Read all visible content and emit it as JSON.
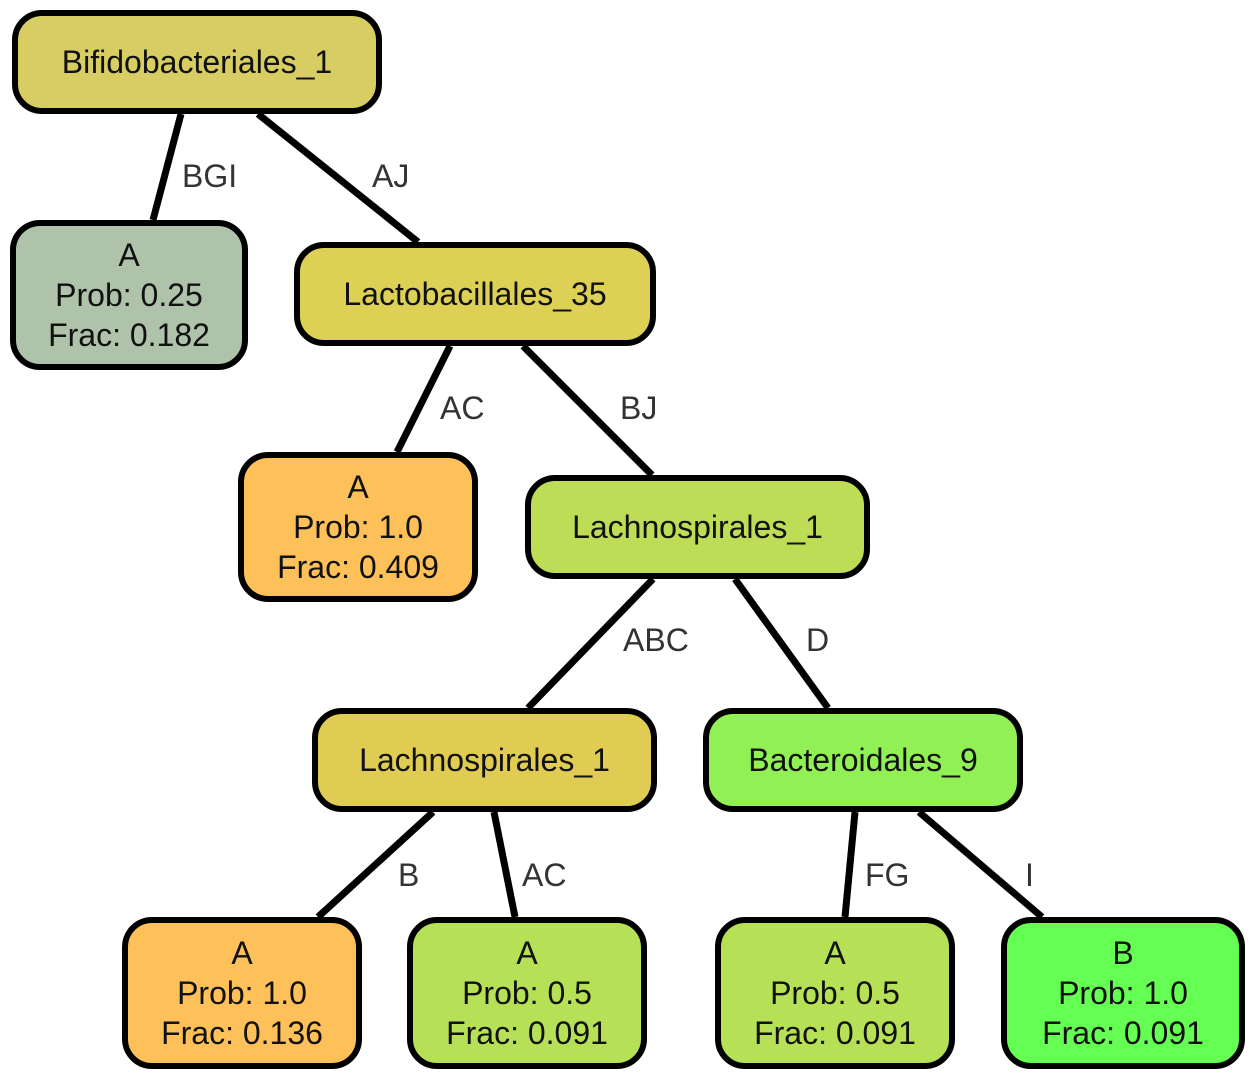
{
  "nodes": [
    {
      "id": "root",
      "lines": [
        "Bifidobacteriales_1"
      ],
      "color": "#d7cd63"
    },
    {
      "id": "leafA1",
      "lines": [
        "A",
        "Prob: 0.25",
        "Frac: 0.182"
      ],
      "color": "#afc3aa"
    },
    {
      "id": "lacto",
      "lines": [
        "Lactobacillales_35"
      ],
      "color": "#ddd155"
    },
    {
      "id": "leafA2",
      "lines": [
        "A",
        "Prob: 1.0",
        "Frac: 0.409"
      ],
      "color": "#fec159"
    },
    {
      "id": "lachno1",
      "lines": [
        "Lachnospirales_1"
      ],
      "color": "#bedd56"
    },
    {
      "id": "lachno2",
      "lines": [
        "Lachnospirales_1"
      ],
      "color": "#e0cc52"
    },
    {
      "id": "bactero",
      "lines": [
        "Bacteroidales_9"
      ],
      "color": "#91f054"
    },
    {
      "id": "leafA3",
      "lines": [
        "A",
        "Prob: 1.0",
        "Frac: 0.136"
      ],
      "color": "#fec159"
    },
    {
      "id": "leafA4",
      "lines": [
        "A",
        "Prob: 0.5",
        "Frac: 0.091"
      ],
      "color": "#b6e156"
    },
    {
      "id": "leafA5",
      "lines": [
        "A",
        "Prob: 0.5",
        "Frac: 0.091"
      ],
      "color": "#b6e156"
    },
    {
      "id": "leafB",
      "lines": [
        "B",
        "Prob: 1.0",
        "Frac: 0.091"
      ],
      "color": "#65ff54"
    }
  ],
  "edges": [
    {
      "from": "root",
      "to": "leafA1",
      "label": "BGI"
    },
    {
      "from": "root",
      "to": "lacto",
      "label": "AJ"
    },
    {
      "from": "lacto",
      "to": "leafA2",
      "label": "AC"
    },
    {
      "from": "lacto",
      "to": "lachno1",
      "label": "BJ"
    },
    {
      "from": "lachno1",
      "to": "lachno2",
      "label": "ABC"
    },
    {
      "from": "lachno1",
      "to": "bactero",
      "label": "D"
    },
    {
      "from": "lachno2",
      "to": "leafA3",
      "label": "B"
    },
    {
      "from": "lachno2",
      "to": "leafA4",
      "label": "AC"
    },
    {
      "from": "bactero",
      "to": "leafA5",
      "label": "FG"
    },
    {
      "from": "bactero",
      "to": "leafB",
      "label": "I"
    }
  ]
}
